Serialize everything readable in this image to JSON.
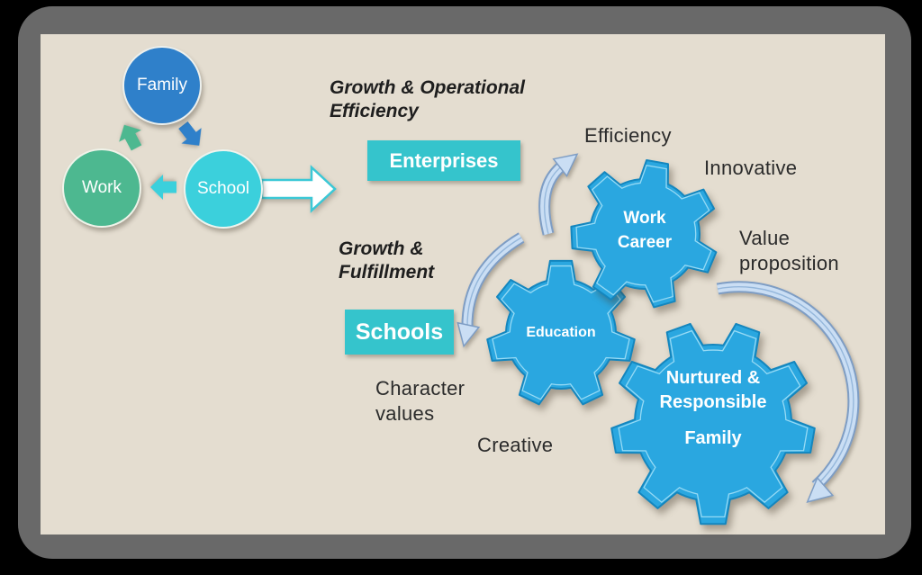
{
  "cycle": {
    "family": "Family",
    "work": "Work",
    "school": "School"
  },
  "sections": {
    "enterprises": {
      "heading": "Growth & Operational Efficiency",
      "badge": "Enterprises"
    },
    "schools": {
      "heading": "Growth & Fulfillment",
      "badge": "Schools"
    }
  },
  "gears": {
    "work": {
      "line1": "Work",
      "line2": "Career"
    },
    "education": {
      "label": "Education"
    },
    "family": {
      "line1": "Nurtured & Responsible",
      "line2": "Family"
    }
  },
  "annotations": {
    "efficiency": "Efficiency",
    "innovative": "Innovative",
    "value_proposition": "Value proposition",
    "character_values": "Character values",
    "creative": "Creative"
  },
  "colors": {
    "outside": "#000000",
    "frame": "#696969",
    "slide_background": "#e4ddd0",
    "node_family": "#2f80ca",
    "node_work": "#4db890",
    "node_school": "#3bd0dc",
    "badge_teal": "#35c4cc",
    "gear_blue": "#2aa7e0",
    "curved_arrow_fill": "#cadef4",
    "curved_arrow_edge": "#7e9dc4",
    "text_dark": "#2b2b2b"
  }
}
